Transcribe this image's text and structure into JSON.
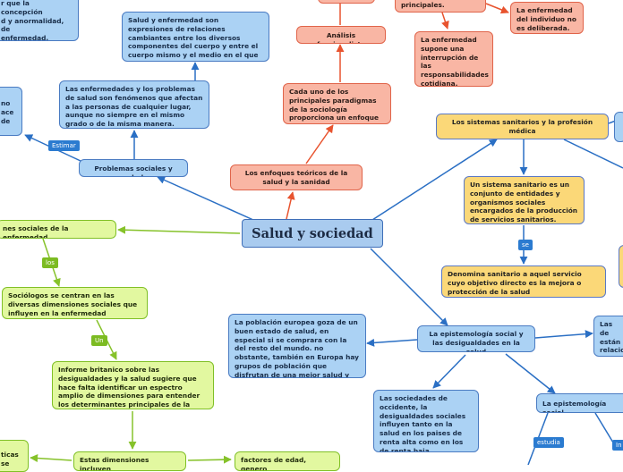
{
  "root": {
    "label": "Salud y sociedad"
  },
  "nodes": {
    "top_left_cut": "r que la concepción\nd y anormalidad, de\nenfermedad, implica\ncomplejo de\nlógicos y sociales,",
    "salud_expresiones": "Salud y enfermedad son expresiones de relaciones cambiantes entre los diversos componentes del cuerpo y entre el cuerpo mismo y el medio en el que se desarrolla.",
    "enfermedades_problemas": "Las enfermedades y los problemas de salud son fenómenos que afectan a las personas de cualquier lugar, aunque no siempre en el mismo grado o de la misma manera.",
    "left_mid_cut": "no\nace\nde",
    "problemas_sociales": "Problemas sociales y salud",
    "analisis_funcional": "Análisis funcionalista",
    "top_orange_cut": "principales.",
    "enfermedad_deliberada": "La enfermedad del individuo no es deliberada.",
    "enfermedad_interrupcion": "La enfermedad supone una interrupción de las responsabilidades cotidiana.",
    "paradigmas": "Cada uno de los principales paradigmas de la sociología proporciona un enfoque macro analítico",
    "enfoques_teoricos": "Los enfoques teóricos de la salud y la sanidad",
    "sistemas_sanitarios": "Los sistemas sanitarios y la profesión médica",
    "sistema_sanitario_conjunto": "Un sistema sanitario es un conjunto de entidades y organismos sociales encargados de la producción de servicios sanitarios.",
    "denomina_sanitario": "Denomina sanitario a aquel servicio cuyo objetivo directo es la mejora o protección de la salud",
    "dimensiones_enfermedad": "nes sociales de la enfermedad",
    "sociologos": "Sociólogos se centran en las diversas dimensiones sociales que influyen en la enfermedad",
    "informe_britanico": "Informe britanico sobre las desigualdades y la salud sugiere que hace falta identificar un espectro amplio de dimensiones para entender los determinantes principales de la salud.",
    "bottom_left_cut": "ticas\nse",
    "estas_dimensiones": "Estas dimensiones incluyen",
    "factores_edad": "factores de edad, genero",
    "poblacion_europea": "La población europea goza de un buen estado de salud, en especial si se comprara con la del resto del mundo. no obstante, también en Europa hay grupos de población que disfrutan de una mejor salud y bienestar que otros.",
    "epistemologia_desigualdades": "La epistemología social y las desigualdades en la salud",
    "sociedades_occidente": "Las sociedades de occidente, la desigualdades sociales influyen tanto en la salud en los paises de renta alta como en los de renta baja.",
    "epistemologia_social_cut": "La epistemología social",
    "right_mid_cut": "Las de\nestán\nrelacio\ndesigu"
  },
  "tags": {
    "estimar": "Estimar",
    "se": "se",
    "los": "los",
    "un": "Un",
    "estudia": "estudia",
    "in": "In"
  },
  "colors": {
    "blue_fill": "#abd2f4",
    "blue_border": "#4a7bc2",
    "blue_line": "#2a6fc4",
    "orange_fill": "#f9b6a4",
    "orange_border": "#e0644a",
    "orange_line": "#e8532e",
    "yellow_fill": "#fbd878",
    "green_fill": "#e2f8a0",
    "green_line": "#86c22a"
  }
}
